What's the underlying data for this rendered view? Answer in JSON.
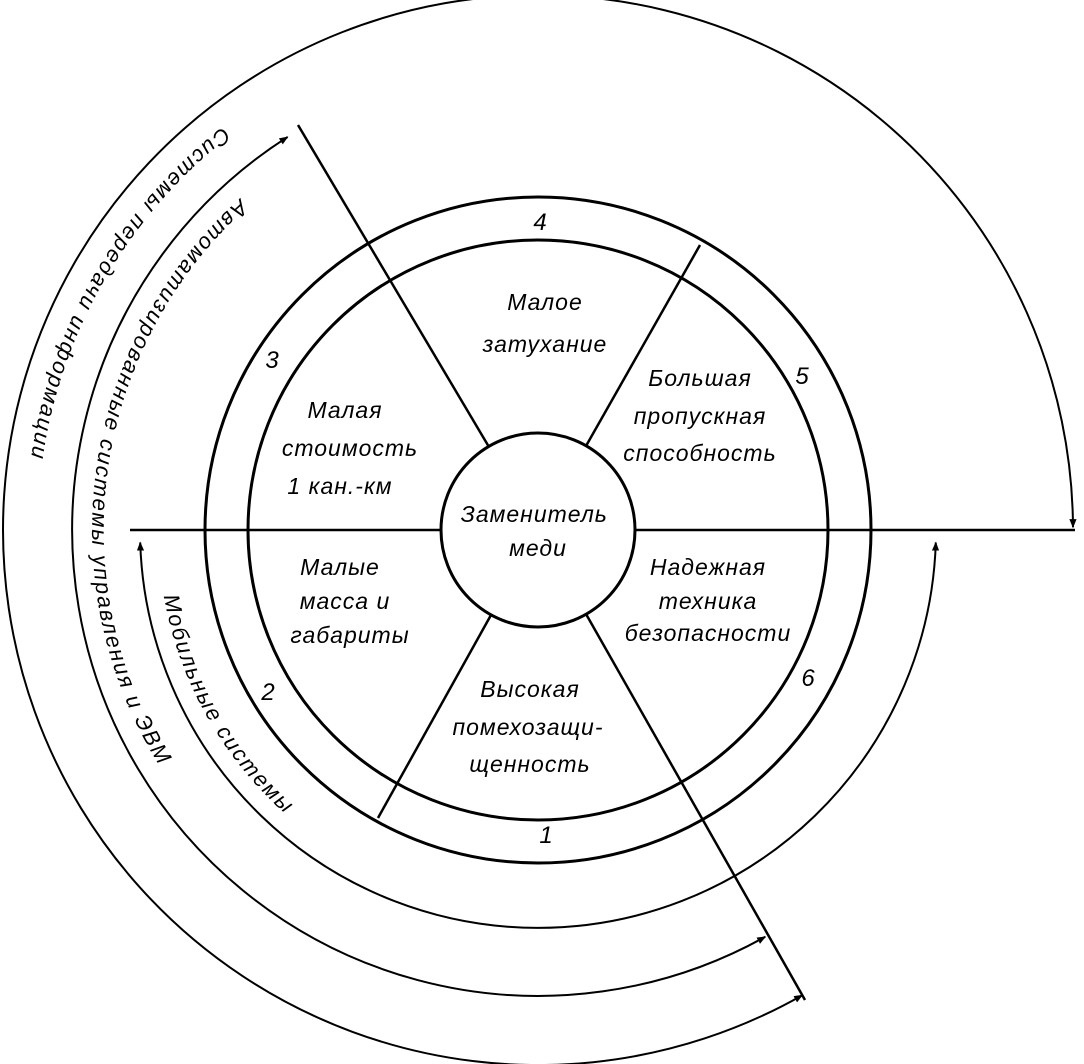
{
  "center": {
    "line1": "Заменитель",
    "line2": "меди"
  },
  "sectors": [
    {
      "number": "4",
      "lines": [
        "Малое",
        "затухание"
      ]
    },
    {
      "number": "5",
      "lines": [
        "Большая",
        "пропускная",
        "способность"
      ]
    },
    {
      "number": "6",
      "lines": [
        "Надежная",
        "техника",
        "безопасности"
      ]
    },
    {
      "number": "1",
      "lines": [
        "Высокая",
        "помехозащи-",
        "щенность"
      ]
    },
    {
      "number": "2",
      "lines": [
        "Малые",
        "масса и",
        "габариты"
      ]
    },
    {
      "number": "3",
      "lines": [
        "Малая",
        "стоимость",
        "1 кан.-км"
      ]
    }
  ],
  "arcs": {
    "outer": "Системы   передачи   информации",
    "middle": "Автоматизированные   системы   управления   и   ЭВМ",
    "inner": "Мобильные     системы"
  }
}
